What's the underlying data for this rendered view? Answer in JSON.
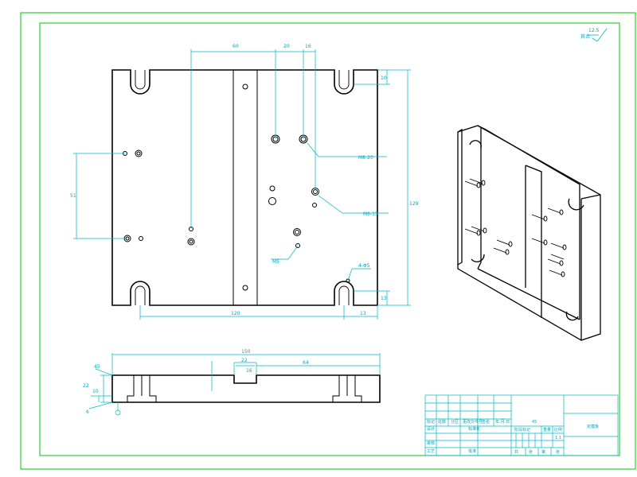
{
  "drawing": {
    "colors": {
      "frame": "#00c400",
      "part": "#000000",
      "dimension": "#00b4c8",
      "background": "#ffffff"
    },
    "surface_finish": {
      "value": "12.5",
      "note": "其余"
    },
    "top_view": {
      "dims": {
        "top_60": "60",
        "top_20": "20",
        "top_16": "16",
        "right_10": "10",
        "height_129": "129",
        "left_51": "51",
        "bottom_120": "120",
        "bottom_right_13": "13",
        "right_13": "13"
      },
      "callouts": {
        "c1": "M8-20",
        "c2": "M6-15",
        "c3": "M5",
        "c4": "4-Φ5"
      }
    },
    "side_view": {
      "dims": {
        "overall": "150",
        "slot_22": "22",
        "slot_16": "16",
        "right_64": "64",
        "left_22": "22",
        "left_10": "10",
        "left_6": "6"
      },
      "angle": "45"
    },
    "title_block": {
      "name": "定模板",
      "material": "45",
      "scale": "1:1",
      "row1": [
        "标记",
        "处数",
        "分区",
        "更改文件号",
        "签名",
        "年.月.日"
      ],
      "row2": [
        "设计",
        "",
        "标准化"
      ],
      "row3": [
        "审核",
        ""
      ],
      "row4": [
        "工艺",
        "批准"
      ],
      "stage": "阶段标记",
      "weight": "重量",
      "ratio": "比例",
      "sheets": [
        "共",
        "张",
        "第",
        "张"
      ]
    }
  }
}
